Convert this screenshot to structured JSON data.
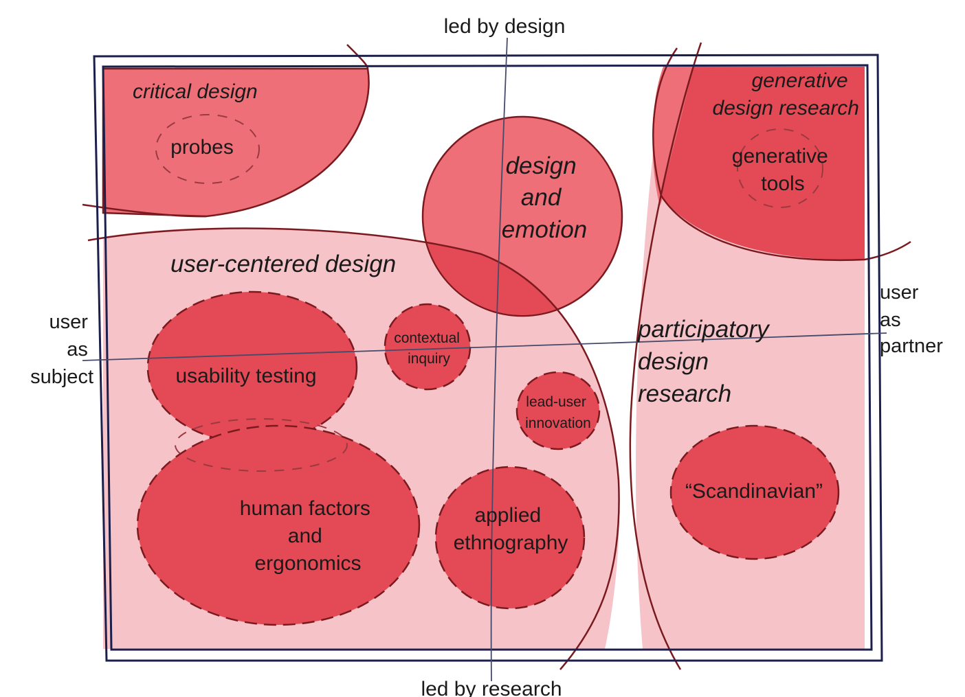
{
  "axes": {
    "top": "led by design",
    "bottom": "led by research",
    "left": [
      "user",
      "as",
      "subject"
    ],
    "right": [
      "user",
      "as",
      "partner"
    ]
  },
  "regions": {
    "critical_design": "critical design",
    "probes": "probes",
    "generative_design_research": [
      "generative",
      "design research"
    ],
    "generative_tools": [
      "generative",
      "tools"
    ],
    "design_and_emotion": [
      "design",
      "and",
      "emotion"
    ],
    "user_centered_design": "user-centered design",
    "participatory_design_research": [
      "participatory",
      "design",
      "research"
    ],
    "contextual_inquiry": [
      "contextual",
      "inquiry"
    ],
    "usability_testing": "usability testing",
    "lead_user_innovation": [
      "lead-user",
      "innovation"
    ],
    "human_factors": [
      "human factors",
      "and",
      "ergonomics"
    ],
    "applied_ethnography": [
      "applied",
      "ethnography"
    ],
    "scandinavian": "“Scandinavian”"
  },
  "colors": {
    "light_pink": "#f6c3c9",
    "medium_red": "#ee6f78",
    "strong_red": "#e44a56",
    "outline": "#7a1a1f",
    "frame": "#1c1f4a"
  }
}
